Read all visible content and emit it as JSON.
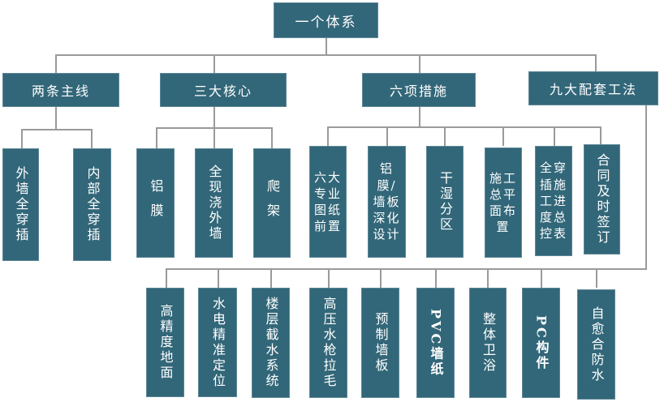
{
  "root": "一个体系",
  "branches": [
    {
      "label": "两条主线",
      "children": [
        "外墙全穿插",
        "内部全穿插"
      ]
    },
    {
      "label": "三大核心",
      "children": [
        "铝膜",
        "全现浇外墙",
        "爬架"
      ]
    },
    {
      "label": "六项措施",
      "children": [
        "六大专业图纸前置",
        "铝膜/墙板深化设计",
        "干湿分区",
        "施工总平面布置",
        "全穿插施工进度总控表",
        "合同及时签订"
      ]
    },
    {
      "label": "九大配套工法",
      "children": [
        "高精度地面",
        "水电精准定位",
        "楼层截水系统",
        "高压水枪拉毛",
        "预制墙板",
        "PVC墙纸",
        "整体卫浴",
        "PC构件",
        "自愈合防水"
      ]
    }
  ]
}
